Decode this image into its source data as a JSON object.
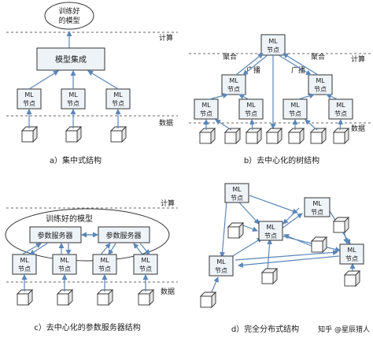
{
  "labels": {
    "compute": "计算",
    "data": "数据",
    "aggregate": "聚合",
    "broadcast": "广播",
    "ml_line1": "ML",
    "ml_line2": "节点",
    "trained_model_short": "训练好的模型",
    "trained_model_line1": "训练好",
    "trained_model_line2": "的模型",
    "model_integration": "模型集成",
    "param_server": "参数服务器"
  },
  "captions": {
    "a": "a）集中式结构",
    "b": "b）去中心化的树结构",
    "c": "c）去中心化的参数服务器结构",
    "d": "d）完全分布式结构"
  },
  "watermark": {
    "credit": "知乎 @星辰猎人"
  },
  "colors": {
    "node_fill": "#eef3f8",
    "stroke": "#333333",
    "arrow": "#5b86b8",
    "dash": "#666666"
  }
}
